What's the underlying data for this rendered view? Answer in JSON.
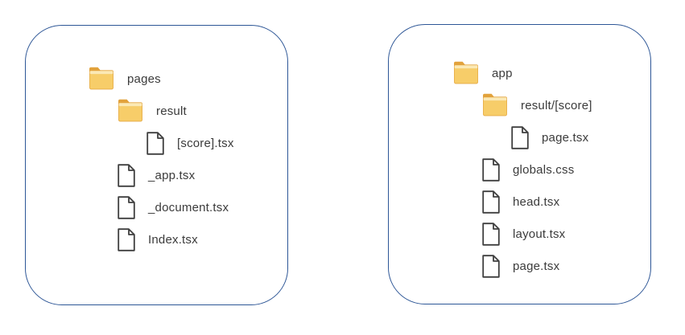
{
  "diagram": {
    "description": "Comparison of two project directory structures",
    "colors": {
      "panel_border": "#2d5696",
      "folder_tab": "#e2a23c",
      "folder_highlight": "#fbe9b5",
      "folder_body": "#f7cd69",
      "file_outline": "#3f3f3f",
      "label_text": "#3b3b3b"
    },
    "panels": [
      {
        "name": "pages-directory",
        "root_label": "pages",
        "items": [
          {
            "type": "folder",
            "label": "pages",
            "indent": 0
          },
          {
            "type": "folder",
            "label": "result",
            "indent": 1
          },
          {
            "type": "file",
            "label": "[score].tsx",
            "indent": 2
          },
          {
            "type": "file",
            "label": "_app.tsx",
            "indent": 1
          },
          {
            "type": "file",
            "label": "_document.tsx",
            "indent": 1
          },
          {
            "type": "file",
            "label": "Index.tsx",
            "indent": 1
          }
        ]
      },
      {
        "name": "app-directory",
        "root_label": "app",
        "items": [
          {
            "type": "folder",
            "label": "app",
            "indent": 0
          },
          {
            "type": "folder",
            "label": "result/[score]",
            "indent": 1
          },
          {
            "type": "file",
            "label": "page.tsx",
            "indent": 2
          },
          {
            "type": "file",
            "label": "globals.css",
            "indent": 1
          },
          {
            "type": "file",
            "label": "head.tsx",
            "indent": 1
          },
          {
            "type": "file",
            "label": "layout.tsx",
            "indent": 1
          },
          {
            "type": "file",
            "label": "page.tsx",
            "indent": 1
          }
        ]
      }
    ]
  }
}
